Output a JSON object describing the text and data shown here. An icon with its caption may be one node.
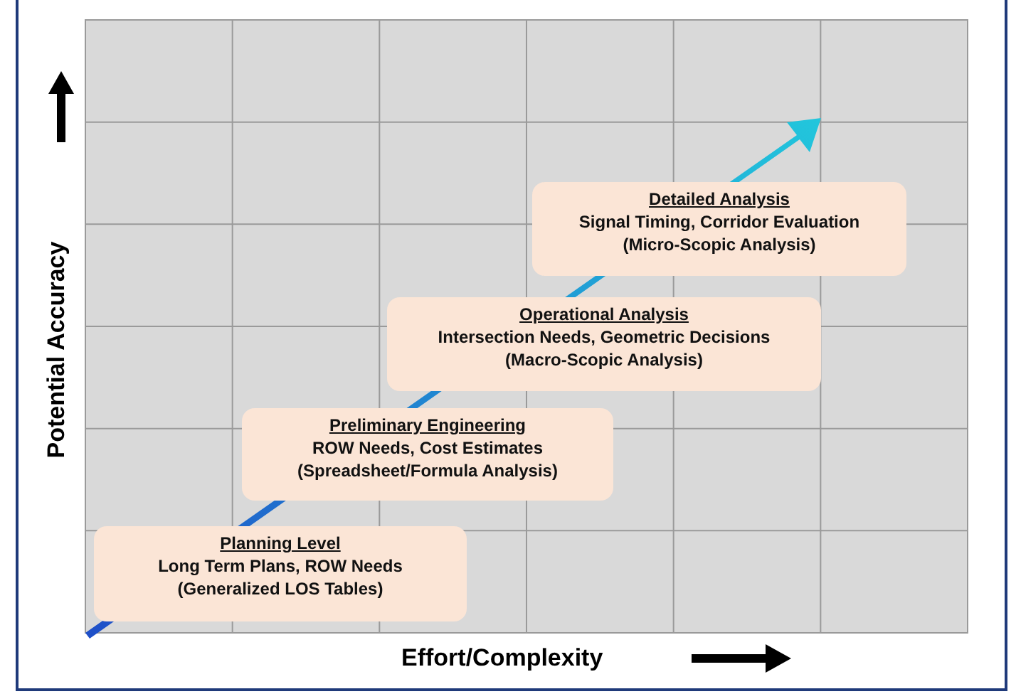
{
  "diagram": {
    "nodes": [
      {
        "text": [
          "Planning Level",
          "Long Term Plans, ROW Needs",
          "(Generalized LOS Tables)"
        ]
      },
      {
        "text": [
          "Preliminary Engineering",
          "ROW Needs, Cost Estimates",
          "(Spreadsheet/Formula Analysis)"
        ]
      },
      {
        "text": [
          "Operational Analysis",
          "Intersection Needs, Geometric Decisions",
          "(Macro-Scopic Analysis)"
        ]
      },
      {
        "text": [
          "Detailed Analysis",
          "Signal Timing, Corridor Evaluation",
          "(Micro-Scopic Analysis)"
        ]
      }
    ],
    "labels": [
      "Potential Accuracy",
      "Effort/Complexity"
    ]
  }
}
